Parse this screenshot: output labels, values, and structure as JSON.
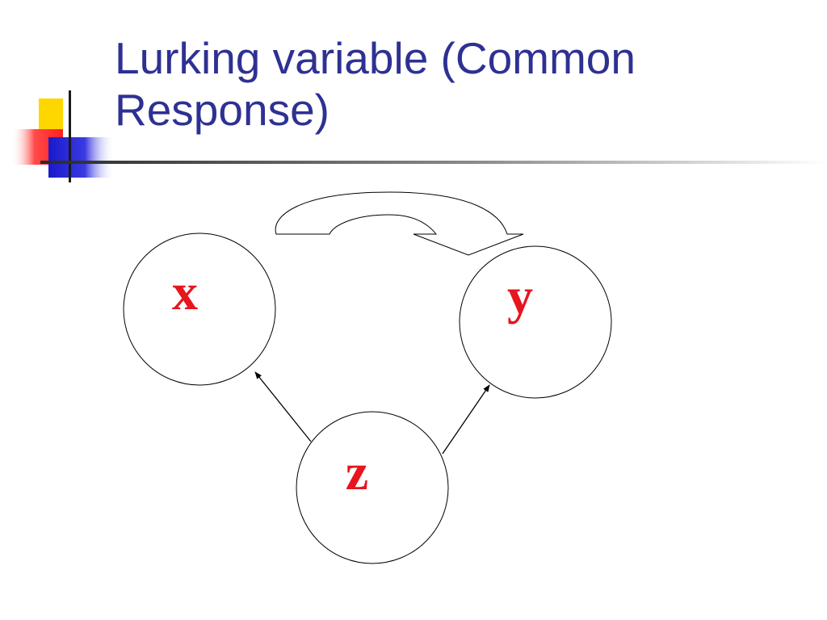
{
  "slide": {
    "title_line1": "Lurking variable (Common",
    "title_line2": "Response)"
  },
  "diagram": {
    "nodes": [
      {
        "id": "x",
        "label": "x"
      },
      {
        "id": "y",
        "label": "y"
      },
      {
        "id": "z",
        "label": "z"
      }
    ],
    "edges": [
      {
        "from": "z",
        "to": "x",
        "style": "thin-arrow"
      },
      {
        "from": "z",
        "to": "y",
        "style": "thin-arrow"
      },
      {
        "from": "x",
        "to": "y",
        "style": "curved-block-arrow"
      }
    ]
  },
  "colors": {
    "title": "#2e3192",
    "label": "#e8141e",
    "accent_yellow": "#ffd700",
    "accent_red": "#ff3b3b",
    "accent_blue": "#2b2bd6"
  }
}
